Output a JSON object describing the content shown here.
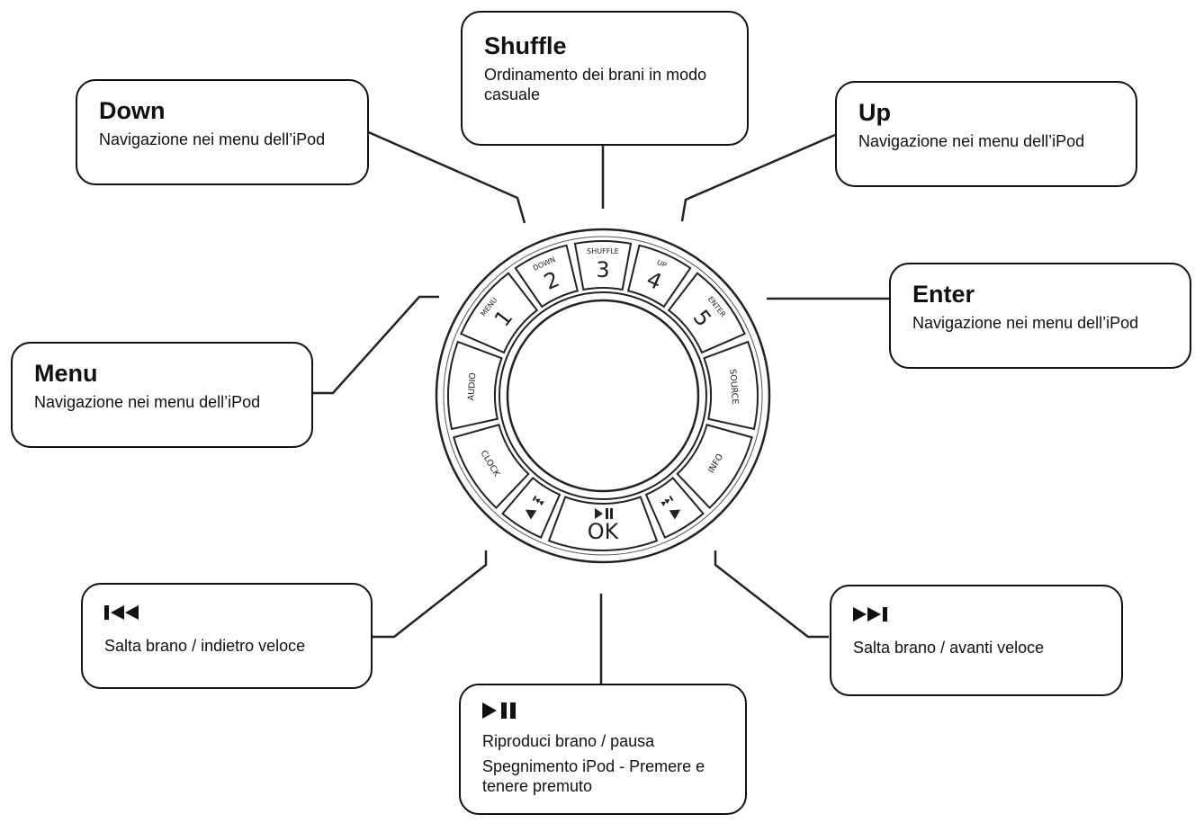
{
  "callouts": {
    "shuffle": {
      "title": "Shuffle",
      "desc": "Ordinamento dei brani in modo casuale"
    },
    "down": {
      "title": "Down",
      "desc": "Navigazione nei menu dell’iPod"
    },
    "up": {
      "title": "Up",
      "desc": "Navigazione nei menu dell’iPod"
    },
    "enter": {
      "title": "Enter",
      "desc": "Navigazione nei menu dell’iPod"
    },
    "menu": {
      "title": "Menu",
      "desc": "Navigazione nei menu dell’iPod"
    },
    "prev": {
      "icon": "skip-back-icon",
      "desc": "Salta brano / indietro veloce"
    },
    "next": {
      "icon": "skip-forward-icon",
      "desc": "Salta brano / avanti veloce"
    },
    "play": {
      "icon": "play-pause-icon",
      "desc1": "Riproduci brano / pausa",
      "desc2": "Spegnimento iPod - Premere e tenere premuto"
    }
  },
  "keypad": {
    "menu": {
      "label": "MENU",
      "number": "1"
    },
    "down": {
      "label": "DOWN",
      "number": "2"
    },
    "shuffle": {
      "label": "SHUFFLE",
      "number": "3"
    },
    "up": {
      "label": "UP",
      "number": "4"
    },
    "enter": {
      "label": "ENTER",
      "number": "5"
    },
    "audio": {
      "label": "AUDIO"
    },
    "source": {
      "label": "SOURCE"
    },
    "clock": {
      "label": "CLOCK"
    },
    "info": {
      "label": "INFO"
    },
    "ok": {
      "label": "OK"
    }
  }
}
